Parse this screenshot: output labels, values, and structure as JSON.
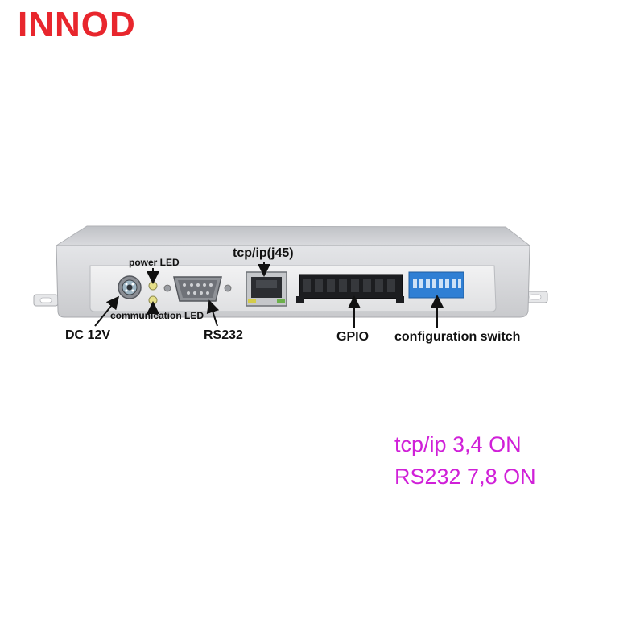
{
  "brand": {
    "name": "INNOD",
    "color": "#e8262d"
  },
  "device_labels": {
    "power_led": "power LED",
    "communication_led": "communication LED",
    "tcp_ip": "tcp/ip(j45)",
    "dc": "DC 12V",
    "rs232": "RS232",
    "gpio": "GPIO",
    "config_switch": "configuration switch"
  },
  "notes": {
    "line1": "tcp/ip 3,4 ON",
    "line2": "RS232 7,8 ON",
    "color": "#d020d8"
  }
}
